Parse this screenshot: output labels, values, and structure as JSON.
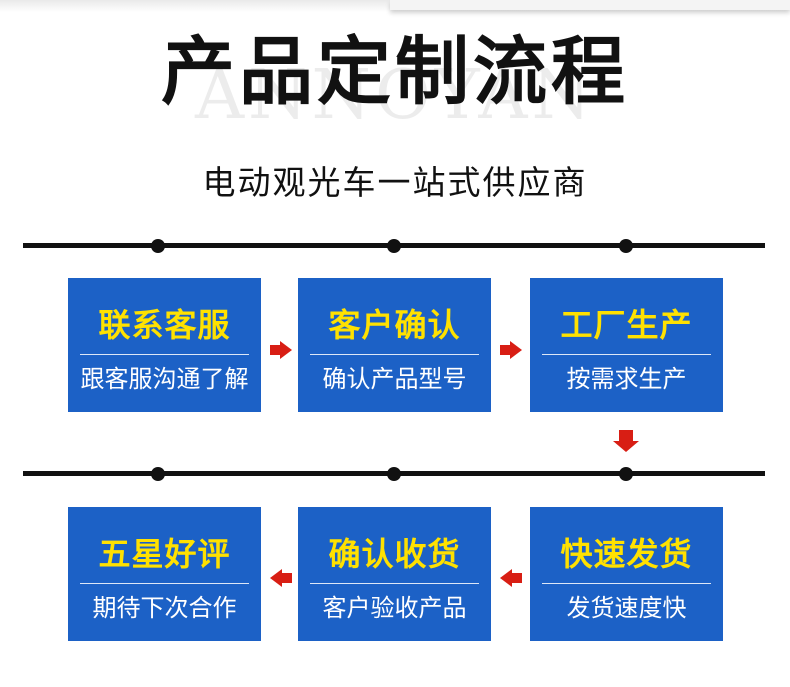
{
  "header": {
    "title": "产品定制流程",
    "watermark": "ANNOYAN",
    "subtitle": "电动观光车一站式供应商"
  },
  "steps_row1": [
    {
      "title": "联系客服",
      "desc": "跟客服沟通了解"
    },
    {
      "title": "客户确认",
      "desc": "确认产品型号"
    },
    {
      "title": "工厂生产",
      "desc": "按需求生产"
    }
  ],
  "steps_row2": [
    {
      "title": "五星好评",
      "desc": "期待下次合作"
    },
    {
      "title": "确认收货",
      "desc": "客户验收产品"
    },
    {
      "title": "快速发货",
      "desc": "发货速度快"
    }
  ],
  "colors": {
    "box_background": "#1c61c6",
    "box_title": "#ffe100",
    "arrow": "#d81e14",
    "timeline": "#111111"
  },
  "icons": {
    "arrow_right": "arrow-right-icon",
    "arrow_left": "arrow-left-icon",
    "arrow_down": "arrow-down-icon"
  }
}
